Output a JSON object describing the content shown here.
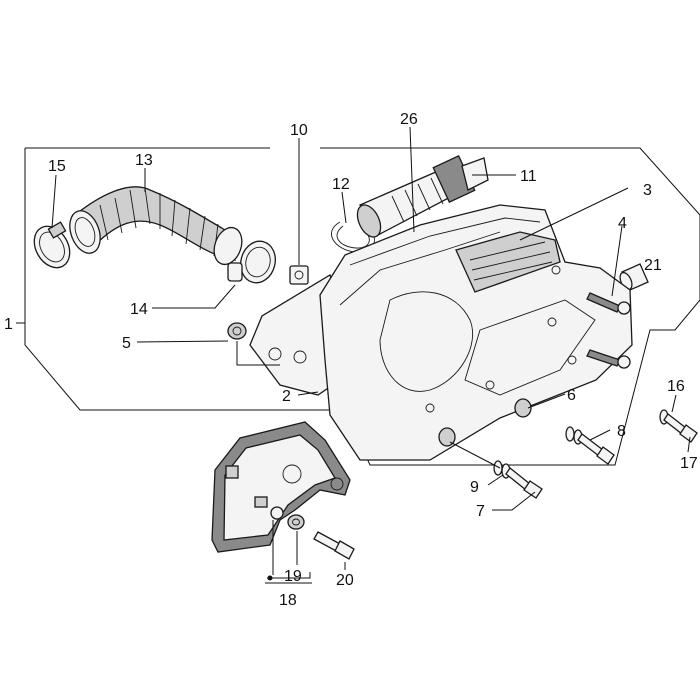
{
  "callouts": [
    {
      "id": "c1",
      "text": "1"
    },
    {
      "id": "c2",
      "text": "2"
    },
    {
      "id": "c3",
      "text": "3"
    },
    {
      "id": "c4",
      "text": "4"
    },
    {
      "id": "c5",
      "text": "5"
    },
    {
      "id": "c6",
      "text": "6"
    },
    {
      "id": "c7",
      "text": "7"
    },
    {
      "id": "c8",
      "text": "8"
    },
    {
      "id": "c9",
      "text": "9"
    },
    {
      "id": "c10",
      "text": "10"
    },
    {
      "id": "c11",
      "text": "11"
    },
    {
      "id": "c12",
      "text": "12"
    },
    {
      "id": "c13",
      "text": "13"
    },
    {
      "id": "c14",
      "text": "14"
    },
    {
      "id": "c15",
      "text": "15"
    },
    {
      "id": "c16",
      "text": "16"
    },
    {
      "id": "c17",
      "text": "17"
    },
    {
      "id": "c18",
      "text": "18"
    },
    {
      "id": "c19",
      "text": "19"
    },
    {
      "id": "c20",
      "text": "20"
    },
    {
      "id": "c21",
      "text": "21"
    },
    {
      "id": "c26",
      "text": "26"
    }
  ]
}
